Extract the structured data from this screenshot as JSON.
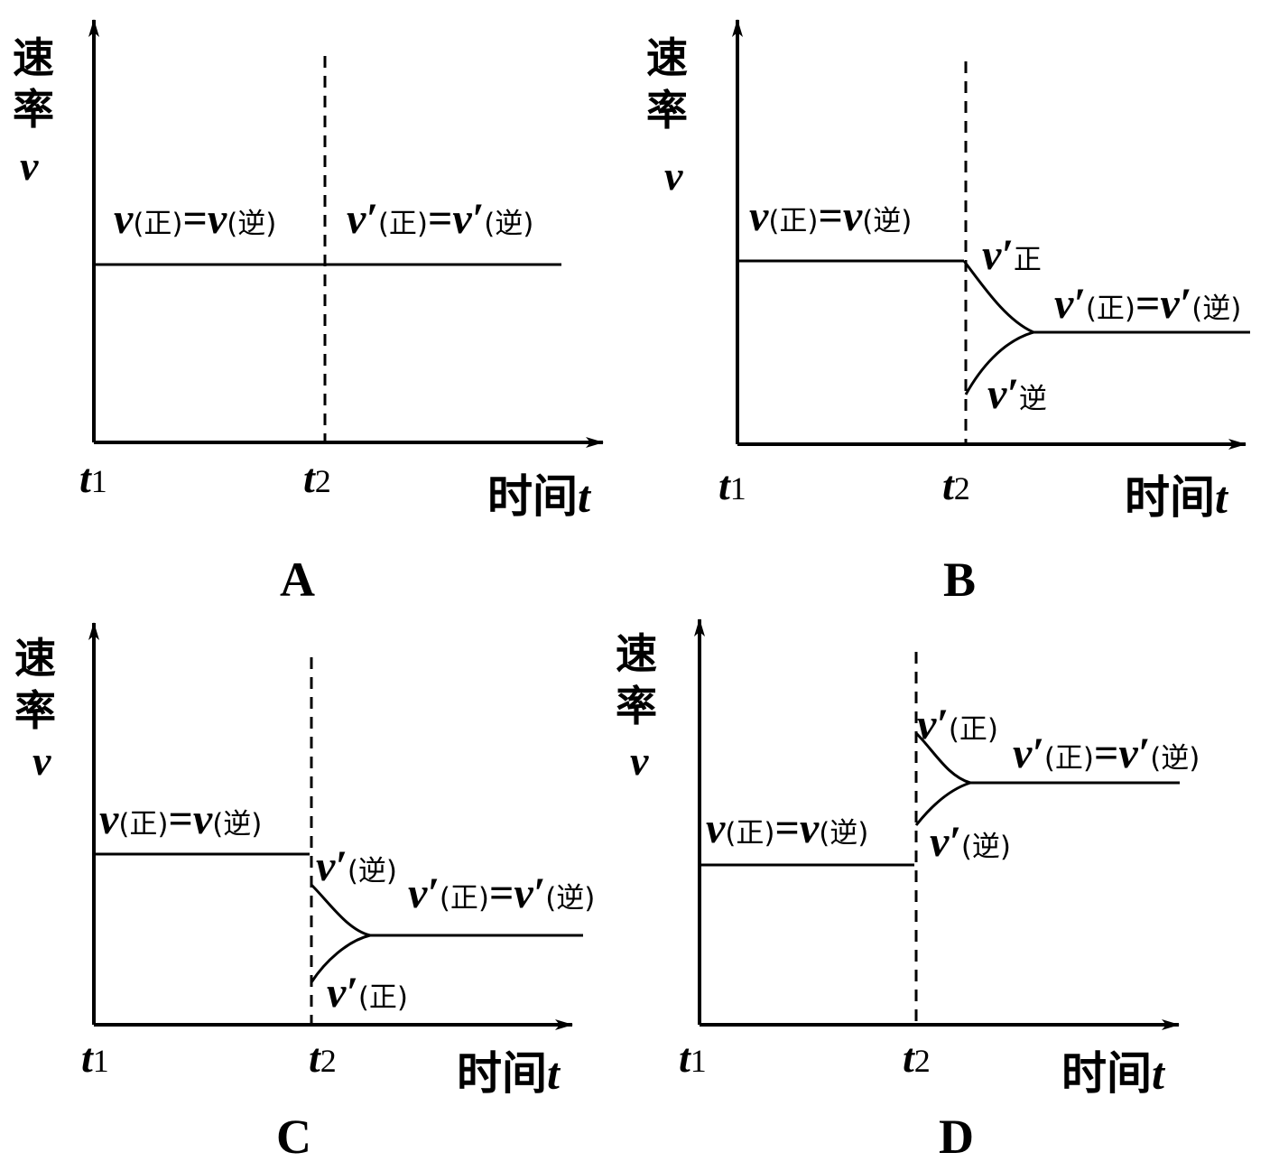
{
  "common": {
    "y_char1": "速",
    "y_char2": "率",
    "y_var": "v",
    "x_name": "时间",
    "x_var": "t",
    "t1_main": "t",
    "t1_sub": "1",
    "t2_main": "t",
    "t2_sub": "2",
    "v": "v",
    "vp": "v′",
    "eq": "=",
    "sub_fwd": "(正)",
    "sub_rev": "(逆)",
    "sub_fwd_plain": "正",
    "sub_rev_plain": "逆"
  },
  "panels": [
    {
      "caption": "A"
    },
    {
      "caption": "B"
    },
    {
      "caption": "C"
    },
    {
      "caption": "D"
    }
  ]
}
